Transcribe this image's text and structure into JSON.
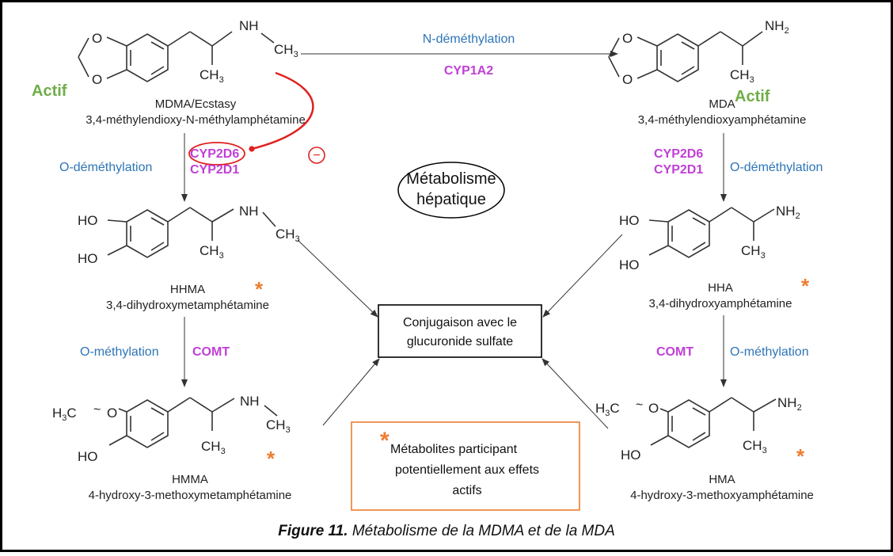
{
  "molecules": {
    "mdma": {
      "name": "MDMA/Ecstasy",
      "full": "3,4-méthylendioxy-N-méthylamphétamine"
    },
    "mda": {
      "name": "MDA",
      "full": "3,4-méthylendioxyamphétamine"
    },
    "hhma": {
      "name": "HHMA",
      "full": "3,4-dihydroxymetamphétamine"
    },
    "hha": {
      "name": "HHA",
      "full": "3,4-dihydroxyamphétamine"
    },
    "hmma": {
      "name": "HMMA",
      "full": "4-hydroxy-3-methoxymetamphétamine"
    },
    "hma": {
      "name": "HMA",
      "full": "4-hydroxy-3-methoxyamphétamine"
    }
  },
  "atoms": {
    "nh": "NH",
    "nh2": "NH",
    "ch3": "CH",
    "h3c": "H",
    "c": "C",
    "ho": "HO",
    "o": "O",
    "sub2": "2",
    "sub3": "3"
  },
  "labels": {
    "actif": "Actif",
    "n_demethylation": "N-déméthylation",
    "o_demethylation": "O-déméthylation",
    "o_methylation": "O-méthylation",
    "cyp1a2": "CYP1A2",
    "cyp2d6": "CYP2D6",
    "cyp2d1": "CYP2D1",
    "comt": "COMT",
    "inhibit": "−",
    "asterisk": "*"
  },
  "center": {
    "line1": "Métabolisme",
    "line2": "hépatique"
  },
  "conjugation": {
    "line1": "Conjugaison avec le",
    "line2": "glucuronide sulfate"
  },
  "legend": {
    "line1": "Métabolites participant",
    "line2": "potentiellement aux effets",
    "line3": "actifs"
  },
  "caption": {
    "bold": "Figure 11.",
    "text": " Métabolisme de la MDMA et de la MDA"
  },
  "colors": {
    "blue": "#2e75b6",
    "magenta": "#c03fd6",
    "green": "#70ad47",
    "orange": "#ed7d31",
    "red": "#e02020"
  }
}
